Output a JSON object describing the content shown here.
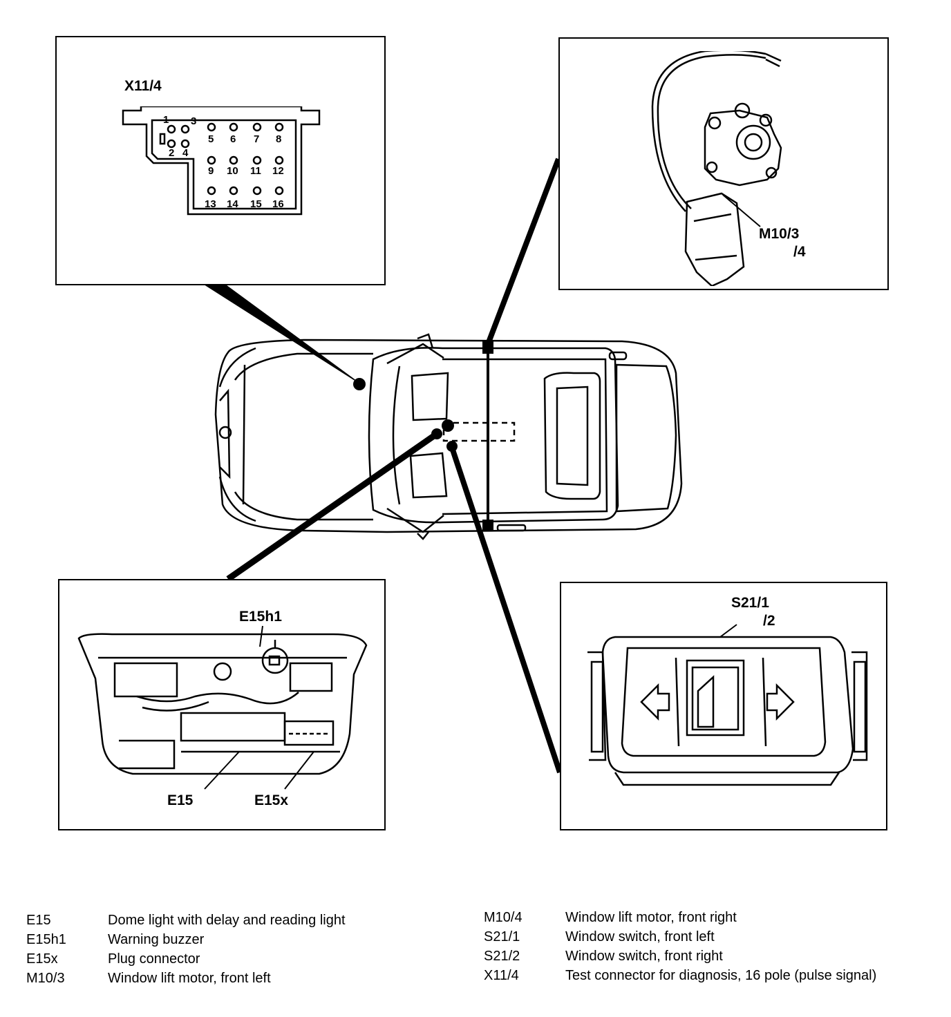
{
  "panels": {
    "x11": {
      "title": "X11/4",
      "pins": [
        "1",
        "2",
        "3",
        "4",
        "5",
        "6",
        "7",
        "8",
        "9",
        "10",
        "11",
        "12",
        "13",
        "14",
        "15",
        "16"
      ]
    },
    "motor": {
      "label_line1": "M10/3",
      "label_line2": "/4"
    },
    "dome": {
      "label_buzzer": "E15h1",
      "label_light": "E15",
      "label_plug": "E15x"
    },
    "switch": {
      "label_line1": "S21/1",
      "label_line2": "/2"
    }
  },
  "legend": {
    "left": [
      {
        "code": "E15",
        "desc": "Dome light with delay and reading light"
      },
      {
        "code": "E15h1",
        "desc": "Warning buzzer"
      },
      {
        "code": "E15x",
        "desc": "Plug connector"
      },
      {
        "code": "M10/3",
        "desc": "Window lift motor, front left"
      }
    ],
    "right": [
      {
        "code": "M10/4",
        "desc": "Window lift motor, front right"
      },
      {
        "code": "S21/1",
        "desc": "Window switch, front left"
      },
      {
        "code": "S21/2",
        "desc": "Window switch, front right"
      },
      {
        "code": "X11/4",
        "desc": "Test connector for diagnosis, 16 pole (pulse signal)"
      }
    ]
  }
}
